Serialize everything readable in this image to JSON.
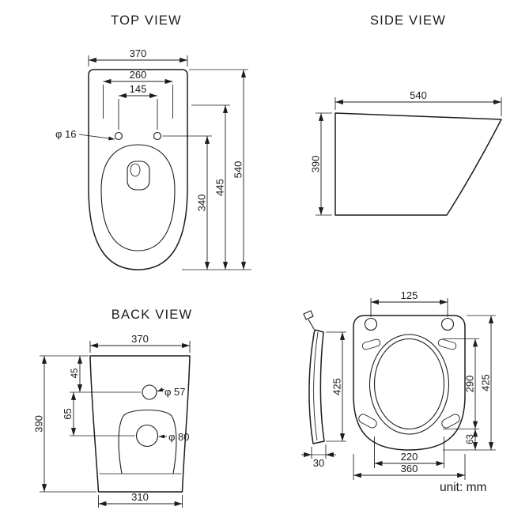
{
  "canvas": {
    "bg": "#ffffff",
    "ink": "#1c1c1c"
  },
  "unit_label": "unit: mm",
  "top_view": {
    "title": "TOP VIEW",
    "overall_width": "370",
    "rim_width": "260",
    "hinge_hole_spacing": "145",
    "hinge_hole_dia": "φ 16",
    "overall_depth": "540",
    "mid_depth": "445",
    "bowl_depth": "340"
  },
  "side_view": {
    "title": "SIDE VIEW",
    "overall_length": "540",
    "overall_height": "390"
  },
  "back_view": {
    "title": "BACK VIEW",
    "top_width": "370",
    "inlet_offset": "45",
    "outlet_offset": "65",
    "inlet_dia": "φ 57",
    "outlet_dia": "φ 80",
    "overall_height": "390",
    "bottom_width": "310"
  },
  "seat_view": {
    "hinge_hole_spacing": "125",
    "lid_thickness": "30",
    "lid_length": "425",
    "opening_length": "290",
    "front_margin": "63",
    "opening_width": "220",
    "seat_width": "360",
    "seat_length": "425"
  }
}
